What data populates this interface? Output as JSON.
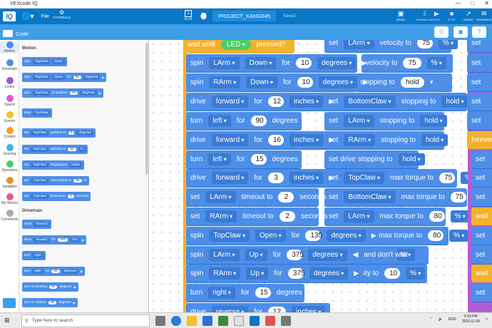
{
  "window": {
    "title": "VEXcode IQ"
  },
  "menubar": {
    "logo": "IQ",
    "file": "File",
    "tutorials": "TUTORIALS",
    "slot_label": "SLOT",
    "slot_number": "1",
    "project_name": "PROJECT_KANG045",
    "saved": "Saved",
    "buttons": [
      "BRAIN",
      "DOWNLOAD",
      "RUN",
      "STOP",
      "SHARE",
      "FEEDBACK"
    ]
  },
  "tab": {
    "code": "Code"
  },
  "categories": [
    "Motion",
    "Drivetrain",
    "Looks",
    "Sound",
    "Events",
    "Control",
    "Sensing",
    "Operators",
    "Variables",
    "My Blocks",
    "Comments"
  ],
  "category_colors": [
    "#4c8ee8",
    "#4c8ee8",
    "#9b59d0",
    "#d65cd6",
    "#f2c12b",
    "#f2a224",
    "#3bb4e6",
    "#4ccd66",
    "#f28c28",
    "#e8588a",
    "#aaaaaa"
  ],
  "flyout": {
    "motion_title": "Motion",
    "drivetrain_title": "Drivetrain",
    "motion": [
      {
        "kw": "spin",
        "items": [
          "TopClaw",
          "Open"
        ]
      },
      {
        "kw": "spin",
        "items": [
          "TopClaw",
          "Open",
          "for",
          "90",
          "degrees"
        ]
      },
      {
        "kw": "spin",
        "items": [
          "TopClaw",
          "to position",
          "90",
          "degrees"
        ]
      },
      {
        "kw": "stop",
        "items": [
          "TopClaw"
        ]
      },
      {
        "kw": "set",
        "items": [
          "TopClaw",
          "position to",
          "0",
          "degrees"
        ]
      },
      {
        "kw": "set",
        "items": [
          "TopClaw",
          "velocity to",
          "50",
          "%"
        ]
      },
      {
        "kw": "set",
        "items": [
          "TopClaw",
          "stopping to",
          "brake"
        ]
      },
      {
        "kw": "set",
        "items": [
          "TopClaw",
          "max torque to",
          "50",
          "%"
        ]
      },
      {
        "kw": "set",
        "items": [
          "TopClaw",
          "timeout to",
          "1",
          "seconds"
        ]
      }
    ],
    "drivetrain": [
      {
        "kw": "drive",
        "items": [
          "forward"
        ]
      },
      {
        "kw": "drive",
        "items": [
          "forward",
          "for",
          "200",
          "mm"
        ]
      },
      {
        "kw": "turn",
        "items": [
          "right"
        ]
      },
      {
        "kw": "turn",
        "items": [
          "right",
          "for",
          "90",
          "degrees"
        ]
      },
      {
        "kw": "turn to heading",
        "items": [
          "90",
          "degrees"
        ]
      },
      {
        "kw": "turn to rotation",
        "items": [
          "90",
          "degrees"
        ]
      }
    ]
  },
  "workspace": {
    "wait_block": {
      "kw": "wait until",
      "led": "LED",
      "pressed": "pressed?"
    },
    "blocks": [
      {
        "kw": "spin",
        "motor": "LArm",
        "dir": "Down",
        "for": "for",
        "val": "10",
        "unit": "degrees"
      },
      {
        "kw": "spin",
        "motor": "RArm",
        "dir": "Down",
        "for": "for",
        "val": "10",
        "unit": "degrees"
      },
      {
        "kw": "drive",
        "dir": "forward",
        "for": "for",
        "val": "12",
        "unit": "inches"
      },
      {
        "kw": "turn",
        "dir": "left",
        "for": "for",
        "val": "90",
        "unit": "degrees"
      },
      {
        "kw": "drive",
        "dir": "forward",
        "for": "for",
        "val": "16",
        "unit": "inches"
      },
      {
        "kw": "turn",
        "dir": "left",
        "for": "for",
        "val": "15",
        "unit": "degrees"
      },
      {
        "kw": "drive",
        "dir": "forward",
        "for": "for",
        "val": "3",
        "unit": "inches"
      },
      {
        "kw": "set",
        "motor": "LArm",
        "prop": "timeout to",
        "val": "2",
        "unit": "seconds"
      },
      {
        "kw": "set",
        "motor": "RArm",
        "prop": "timeout to",
        "val": "2",
        "unit": "seconds"
      },
      {
        "kw": "spin",
        "motor": "TopClaw",
        "dir": "Open",
        "for": "for",
        "val": "135",
        "unit": "degrees"
      },
      {
        "kw": "spin",
        "motor": "LArm",
        "dir": "Up",
        "for": "for",
        "val": "375",
        "unit": "degrees",
        "tail": "and don't wait"
      },
      {
        "kw": "spin",
        "motor": "RArm",
        "dir": "Up",
        "for": "for",
        "val": "375",
        "unit": "degrees"
      },
      {
        "kw": "turn",
        "dir": "right",
        "for": "for",
        "val": "15",
        "unit": "degrees"
      },
      {
        "kw": "drive",
        "dir": "reverse",
        "for": "for",
        "val": "12",
        "unit": "inches"
      }
    ],
    "back_blocks": [
      {
        "kw": "set",
        "motor": "LArm",
        "prop": "velocity to",
        "val": "75",
        "unit": "%"
      },
      {
        "prop": "velocity to",
        "val": "75",
        "unit": "%"
      },
      {
        "prop": "stopping to",
        "val": "hold"
      },
      {
        "kw": "set",
        "motor": "BottomClaw",
        "prop": "stopping to",
        "val": "hold"
      },
      {
        "kw": "set",
        "motor": "LArm",
        "prop": "stopping to",
        "val": "hold"
      },
      {
        "kw": "set",
        "motor": "RArm",
        "prop": "stopping to",
        "val": "hold"
      },
      {
        "kw": "set drive stopping to",
        "val": "hold"
      },
      {
        "kw": "set",
        "motor": "TopClaw",
        "prop": "max torque to",
        "val": "75",
        "unit": "%"
      },
      {
        "kw": "set",
        "motor": "BottomClaw",
        "prop": "max torque to",
        "val": "75",
        "unit": "%"
      },
      {
        "kw": "set",
        "motor": "LArm",
        "prop": "max torque to",
        "val": "80",
        "unit": "%"
      },
      {
        "prop": "max torque to",
        "val": "80",
        "unit": "%"
      },
      {
        "pct": "%"
      },
      {
        "prop": "city to",
        "val": "10",
        "unit": "%"
      }
    ],
    "right_column": [
      "set",
      "set",
      "set",
      "set",
      "set",
      "forever",
      "set",
      "set",
      "set",
      "wait",
      "set",
      "set",
      "wait",
      "set"
    ]
  },
  "taskbar": {
    "search_placeholder": "Type here to search",
    "lang": "ENG",
    "time": "6:53 PM",
    "date": "2020-11-09"
  }
}
